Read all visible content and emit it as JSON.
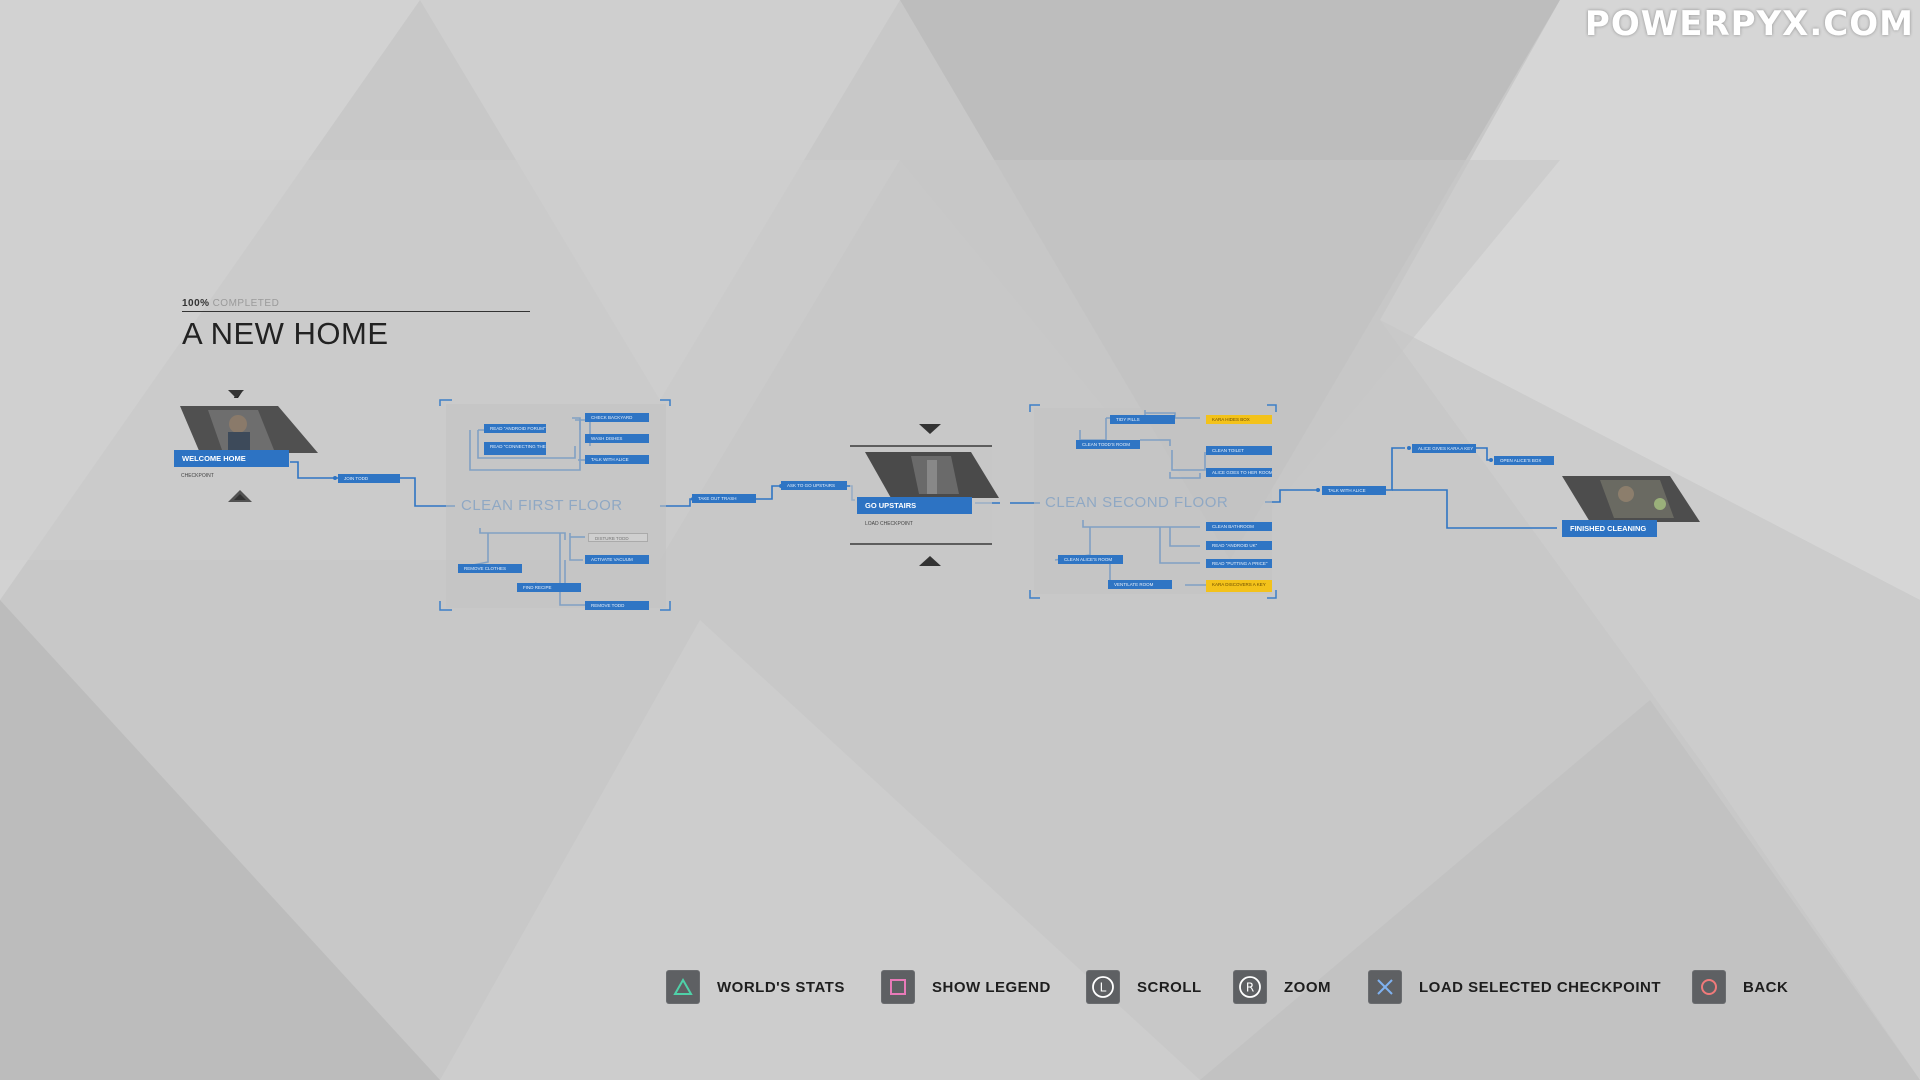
{
  "watermark": "POWERPYX.COM",
  "chapter": {
    "progress_percent": "100%",
    "progress_label": "COMPLETED",
    "title": "A NEW HOME"
  },
  "flowchart": {
    "start": {
      "label": "WELCOME HOME",
      "sub": "CHECKPOINT"
    },
    "connector_1": "JOIN TODD",
    "group_1": {
      "label": "CLEAN FIRST FLOOR",
      "nodes": [
        "CHECK BACKYARD",
        "READ \"ANDROID FORUM\"",
        "WASH DISHES",
        "READ \"CONNECTING THE DOTS\"",
        "TALK WITH ALICE",
        "DISTURB TODD",
        "ACTIVATE VACUUM",
        "REMOVE CLOTHES",
        "FIND RECIPE",
        "REMOVE TODD"
      ]
    },
    "connector_2": "TAKE OUT TRASH",
    "connector_3": "ASK TO GO UPSTAIRS",
    "checkpoint": {
      "label": "GO UPSTAIRS",
      "sub": "LOAD CHECKPOINT"
    },
    "group_2": {
      "label": "CLEAN SECOND FLOOR",
      "nodes": [
        "TIDY PILLS",
        "KARA HIDES BOX",
        "CLEAN TODD'S ROOM",
        "CLEAN TOILET",
        "ALICE GOES TO HER ROOM",
        "CLEAN BATHROOM",
        "READ \"ANDROID UK\"",
        "READ \"PUTTING A PRICE\"",
        "CLEAN ALICE'S ROOM",
        "VENTILATE ROOM",
        "KARA DISCOVERS A KEY"
      ]
    },
    "connector_4": "TALK WITH ALICE",
    "branch_nodes": [
      "ALICE GIVES KARA A KEY",
      "OPEN ALICE'S BOX"
    ],
    "end": {
      "label": "FINISHED CLEANING"
    }
  },
  "prompts": [
    {
      "icon": "triangle-button-icon",
      "label": "WORLD'S STATS",
      "color": "#4fd1a8"
    },
    {
      "icon": "square-button-icon",
      "label": "SHOW LEGEND",
      "color": "#e87ab8"
    },
    {
      "icon": "l-stick-icon",
      "label": "SCROLL",
      "color": "#ffffff"
    },
    {
      "icon": "r-stick-icon",
      "label": "ZOOM",
      "color": "#ffffff"
    },
    {
      "icon": "cross-button-icon",
      "label": "LOAD SELECTED CHECKPOINT",
      "color": "#7fb2f0"
    },
    {
      "icon": "circle-button-icon",
      "label": "BACK",
      "color": "#f07a7a"
    }
  ],
  "colors": {
    "accent_blue": "#2f75c4",
    "gold": "#f3c21a",
    "background": "#c9c9c9"
  }
}
